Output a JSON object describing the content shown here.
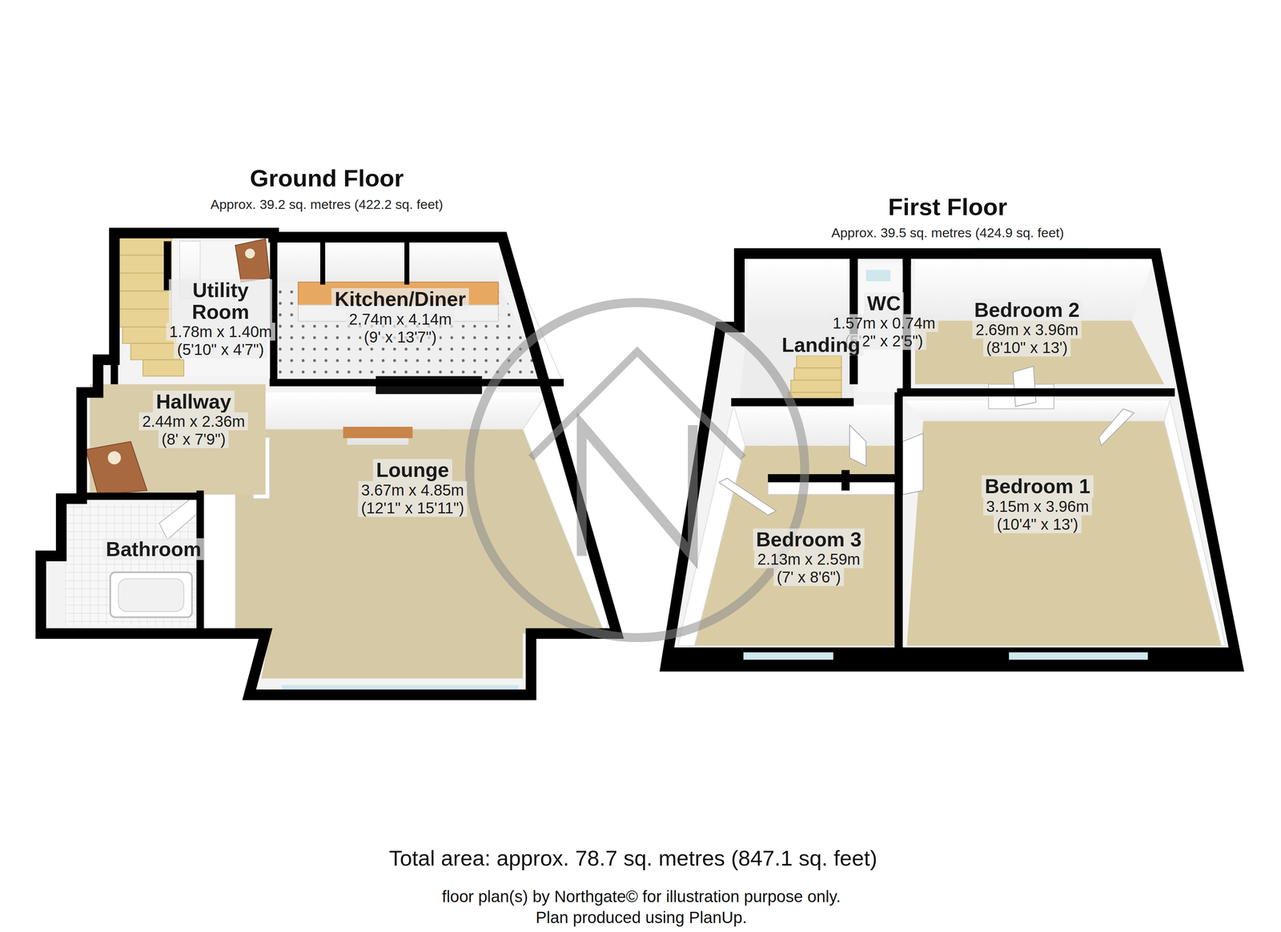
{
  "diagram": {
    "caption": "Total area: approx. 78.7 sq. metres (847.1 sq. feet)",
    "nodes": [
      {
        "text": [
          "Ground Floor",
          "Approx. 39.2 sq. metres (422.2 sq. feet)"
        ]
      },
      {
        "text": [
          "Utility Room",
          "1.78m x 1.40m",
          "(5'10\" x 4'7\")"
        ],
        "in": 0
      },
      {
        "text": [
          "Kitchen/Diner",
          "2.74m x 4.14m",
          "(9' x 13'7\")"
        ],
        "in": 0
      },
      {
        "text": [
          "Hallway",
          "2.44m x 2.36m",
          "(8' x 7'9\")"
        ],
        "in": 0
      },
      {
        "text": [
          "Bathroom"
        ],
        "in": 0
      },
      {
        "text": [
          "Lounge",
          "3.67m x 4.85m",
          "(12'1\" x 15'11\")"
        ],
        "in": 0
      },
      {
        "text": [
          "First Floor",
          "Approx. 39.5 sq. metres (424.9 sq. feet)"
        ]
      },
      {
        "text": [
          "WC",
          "1.57m x 0.74m",
          "(5'2\" x 2'5\")"
        ],
        "in": 6
      },
      {
        "text": [
          "Landing"
        ],
        "in": 6
      },
      {
        "text": [
          "Bedroom 2",
          "2.69m x 3.96m",
          "(8'10\" x 13')"
        ],
        "in": 6
      },
      {
        "text": [
          "Bedroom 1",
          "3.15m x 3.96m",
          "(10'4\" x 13')"
        ],
        "in": 6
      },
      {
        "text": [
          "Bedroom 3",
          "2.13m x 2.59m",
          "(7' x 8'6\")"
        ],
        "in": 6
      }
    ],
    "labels": [
      "floor plan(s) by Northgate© for illustration purpose only.",
      "Plan produced using PlanUp."
    ]
  }
}
